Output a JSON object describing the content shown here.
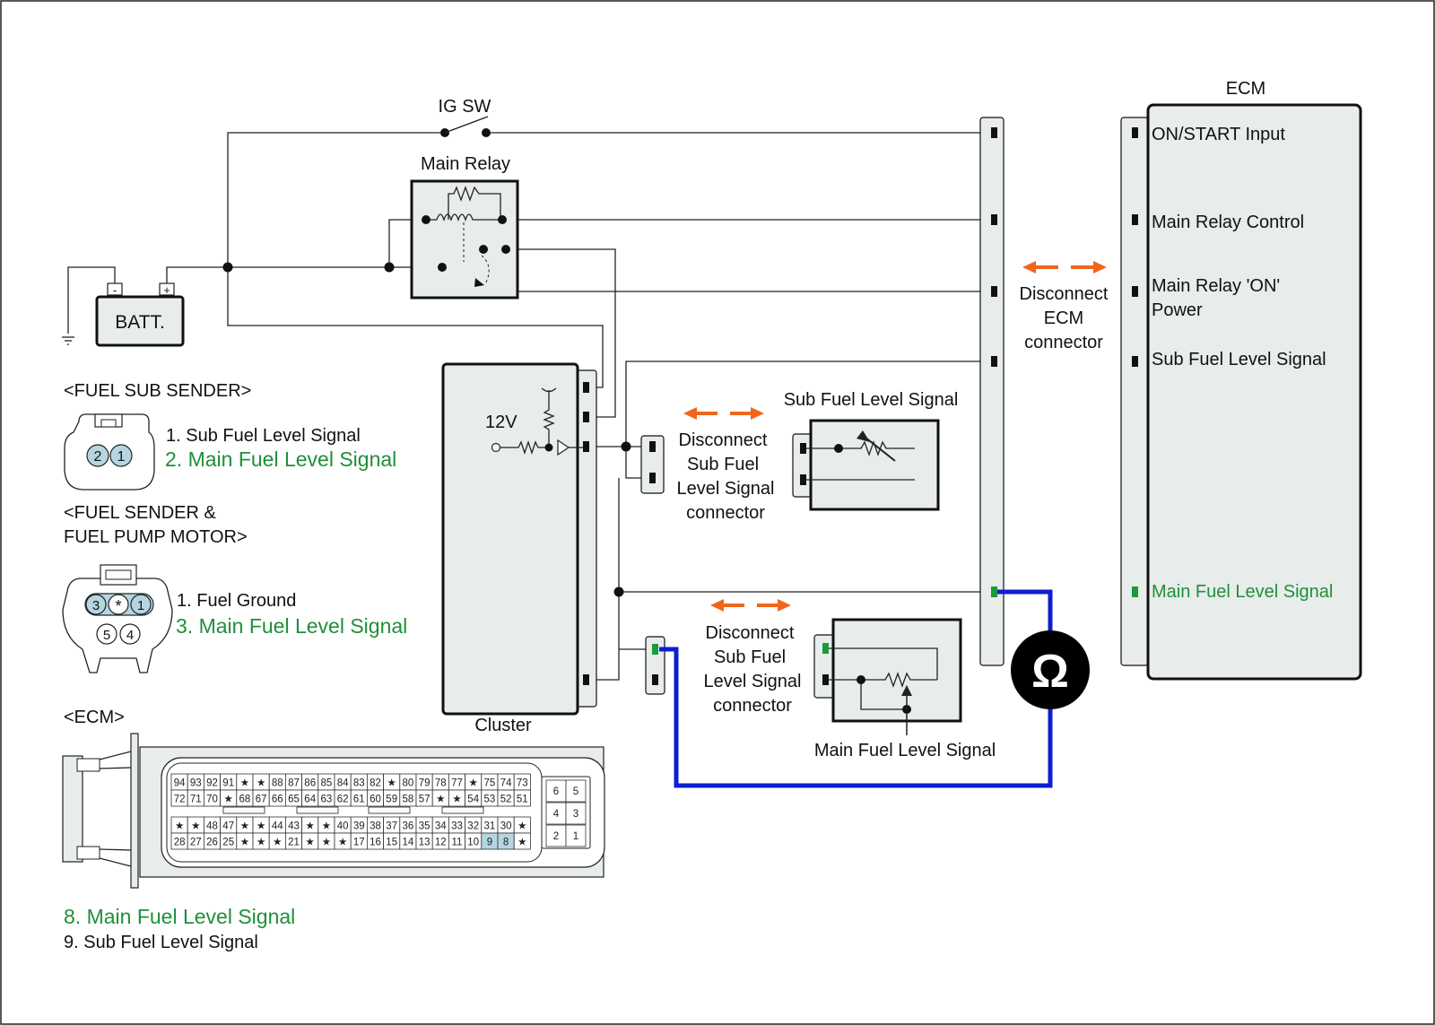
{
  "labels": {
    "ig_sw": "IG SW",
    "main_relay": "Main Relay",
    "batt": "BATT.",
    "batt_minus": "-",
    "batt_plus": "+",
    "ecm_title": "ECM",
    "cluster": "Cluster",
    "volt_12": "12V",
    "ohm": "Ω",
    "ecm_pins": [
      "ON/START Input",
      "Main Relay Control",
      "Main Relay 'ON'",
      "Power",
      "Sub Fuel Level Signal",
      "Main Fuel Level Signal"
    ],
    "disconnect_ecm": [
      "Disconnect",
      "ECM",
      "connector"
    ],
    "disconnect_sub_1": [
      "Disconnect",
      "Sub Fuel",
      "Level Signal",
      "connector"
    ],
    "disconnect_sub_2": [
      "Disconnect",
      "Sub Fuel",
      "Level Signal",
      "connector"
    ],
    "sub_sender_title": "Sub Fuel Level Signal",
    "main_sender_title": "Main Fuel Level Signal"
  },
  "legend": {
    "sub_sender": {
      "title": "<FUEL SUB SENDER>",
      "pins": [
        "2",
        "1"
      ],
      "items": [
        {
          "text": "1. Sub Fuel Level Signal",
          "highlight": false
        },
        {
          "text": "2. Main Fuel Level Signal",
          "highlight": true
        }
      ]
    },
    "pump": {
      "title_lines": [
        "<FUEL SENDER &",
        "FUEL PUMP MOTOR>"
      ],
      "pins_top": [
        "3",
        "*",
        "1"
      ],
      "pins_bottom": [
        "5",
        "4"
      ],
      "items": [
        {
          "text": "1. Fuel Ground",
          "highlight": false
        },
        {
          "text": "3. Main Fuel Level Signal",
          "highlight": true
        }
      ]
    },
    "ecm": {
      "title": "<ECM>",
      "items": [
        {
          "text": "8. Main Fuel Level Signal",
          "highlight": true
        },
        {
          "text": "9. Sub Fuel Level Signal",
          "highlight": false
        }
      ],
      "rows": [
        [
          "94",
          "93",
          "92",
          "91",
          "★",
          "★",
          "88",
          "87",
          "86",
          "85",
          "84",
          "83",
          "82",
          "★",
          "80",
          "79",
          "78",
          "77",
          "★",
          "75",
          "74",
          "73"
        ],
        [
          "72",
          "71",
          "70",
          "★",
          "68",
          "67",
          "66",
          "65",
          "64",
          "63",
          "62",
          "61",
          "60",
          "59",
          "58",
          "57",
          "★",
          "★",
          "54",
          "53",
          "52",
          "51"
        ],
        [
          "★",
          "★",
          "48",
          "47",
          "★",
          "★",
          "44",
          "43",
          "★",
          "★",
          "40",
          "39",
          "38",
          "37",
          "36",
          "35",
          "34",
          "33",
          "32",
          "31",
          "30",
          "★"
        ],
        [
          "28",
          "27",
          "26",
          "25",
          "★",
          "★",
          "★",
          "21",
          "★",
          "★",
          "★",
          "17",
          "16",
          "15",
          "14",
          "13",
          "12",
          "11",
          "10",
          "9",
          "8",
          "★"
        ]
      ],
      "highlight_pins": [
        "9",
        "8"
      ],
      "side_pins": [
        [
          "6",
          "5"
        ],
        [
          "4",
          "3"
        ],
        [
          "2",
          "1"
        ]
      ]
    }
  },
  "colors": {
    "measurement_wire": "#0b1fd0",
    "disconnect_arrow": "#f0661a",
    "highlight_text": "#1f8f3a",
    "terminal_highlight": "#1a9a3a",
    "pin_highlight": "#b5d6e0"
  }
}
